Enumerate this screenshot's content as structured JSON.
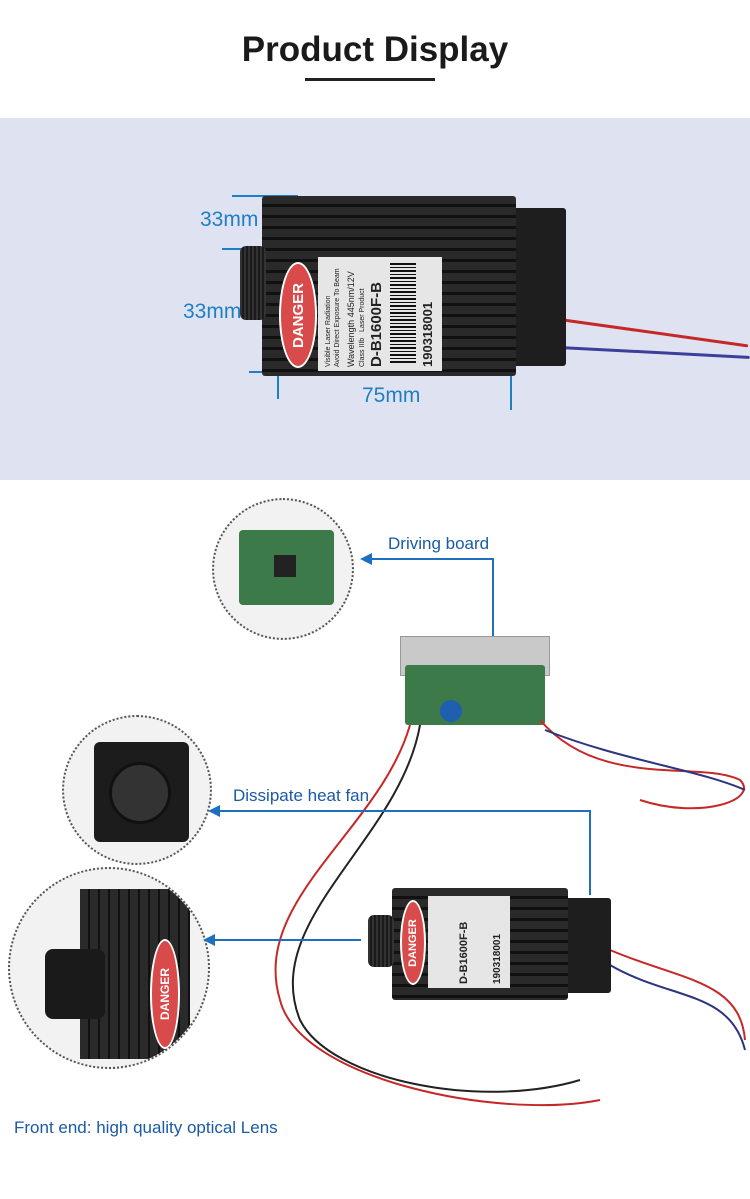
{
  "header": {
    "title": "Product Display"
  },
  "dimensions": {
    "height": "33mm",
    "width": "33mm",
    "length": "75mm"
  },
  "product_label": {
    "danger": "DANGER",
    "warning_line1": "Visible Laser Radiation",
    "warning_line2": "Avoid Direct Exposure To Beam",
    "wavelength": "Wavelength 445nm/12V",
    "class": "Class IIIb",
    "laser_product": "Laser Product",
    "model": "D-B1600F-B",
    "serial": "190318001"
  },
  "callouts": {
    "driving_board": "Driving board",
    "fan": "Dissipate heat fan",
    "lens": "Front end: high quality optical Lens"
  },
  "colors": {
    "accent": "#1f7fc4",
    "callout_text": "#1a5aa6",
    "band": "#dfe3f1"
  }
}
